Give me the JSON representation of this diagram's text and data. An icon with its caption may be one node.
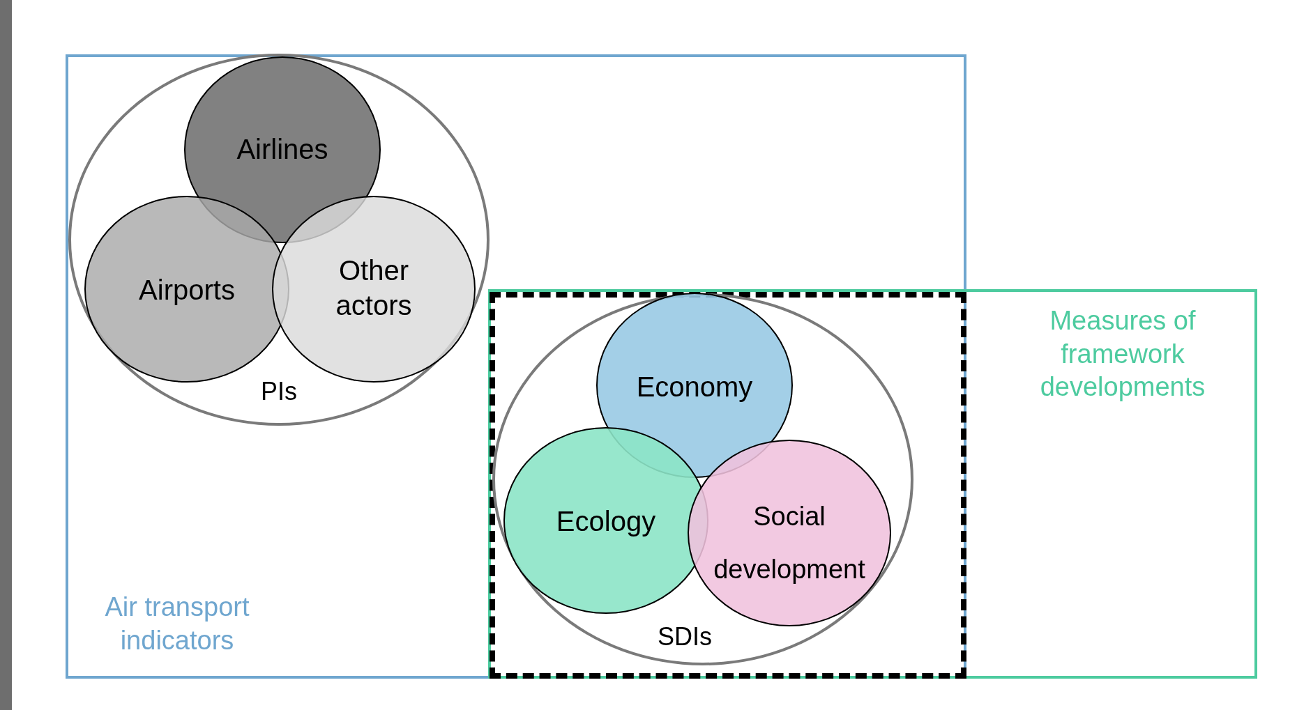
{
  "diagram": {
    "nodes": [
      {
        "text": [
          "Air transport indicators"
        ]
      },
      {
        "text": [
          "PIs"
        ],
        "in": 0
      },
      {
        "text": [
          "Airlines"
        ],
        "in": 1
      },
      {
        "text": [
          "Airports"
        ],
        "in": 1
      },
      {
        "text": [
          "Other actors"
        ],
        "in": 1
      },
      {
        "text": [
          "Measures of framework developments"
        ]
      },
      {
        "text": [],
        "shape": "box"
      },
      {
        "text": [
          "SDIs"
        ],
        "in": 6
      },
      {
        "text": [
          "Economy"
        ],
        "in": 7
      },
      {
        "text": [
          "Ecology"
        ],
        "in": 7
      },
      {
        "text": [
          "Social development"
        ],
        "in": 7
      }
    ]
  }
}
